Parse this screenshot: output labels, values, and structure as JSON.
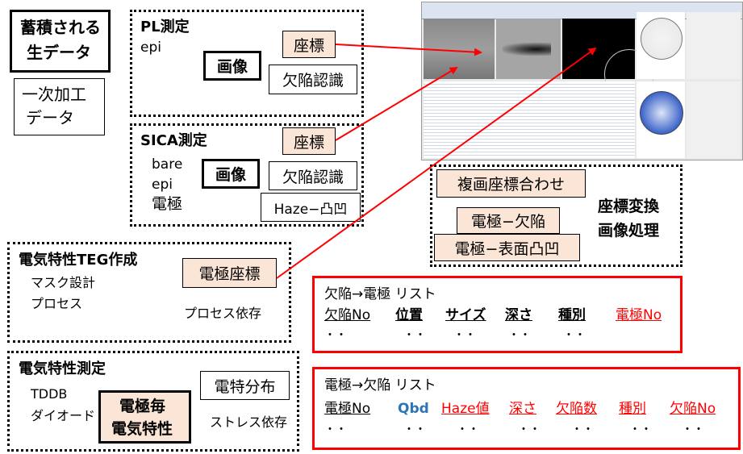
{
  "raw_data": {
    "line1": "蓄積される",
    "line2": "生データ"
  },
  "processed_data": {
    "line1": "一次加工",
    "line2": "データ"
  },
  "pl": {
    "title": "PL測定",
    "sub": "epi",
    "image": "画像",
    "coord": "座標",
    "defect": "欠陥認識"
  },
  "sica": {
    "title": "SICA測定",
    "sub1": "bare",
    "sub2": "epi",
    "sub3": "電極",
    "image": "画像",
    "coord": "座標",
    "defect": "欠陥認識",
    "haze": "Haze−凸凹"
  },
  "teg": {
    "title": "電気特性TEG作成",
    "mask": "マスク設計",
    "process": "プロセス",
    "coord": "電極座標",
    "dep": "プロセス依存"
  },
  "meas": {
    "title": "電気特性測定",
    "tddb": "TDDB",
    "diode": "ダイオード",
    "per1": "電極毎",
    "per2": "電気特性",
    "dist": "電特分布",
    "stress": "ストレス依存"
  },
  "overlay": {
    "combine": "複画座標合わせ",
    "elec_defect": "電極−欠陥",
    "elec_surface": "電極−表面凸凹",
    "label1": "座標変換",
    "label2": "画像処理"
  },
  "list1": {
    "title": "欠陥→電極 リスト",
    "cols": [
      "欠陥No",
      "位置",
      "サイズ",
      "深さ",
      "種別",
      "電極No"
    ],
    "dots": "・・"
  },
  "list2": {
    "title": "電極→欠陥 リスト",
    "cols": [
      "電極No",
      "Qbd",
      "Haze値",
      "深さ",
      "欠陥数",
      "種別",
      "欠陥No"
    ],
    "dots": "・・"
  },
  "colors": {
    "accent_red": "#ff0000",
    "peach": "#fbe5d6",
    "blue": "#2e75b6"
  }
}
